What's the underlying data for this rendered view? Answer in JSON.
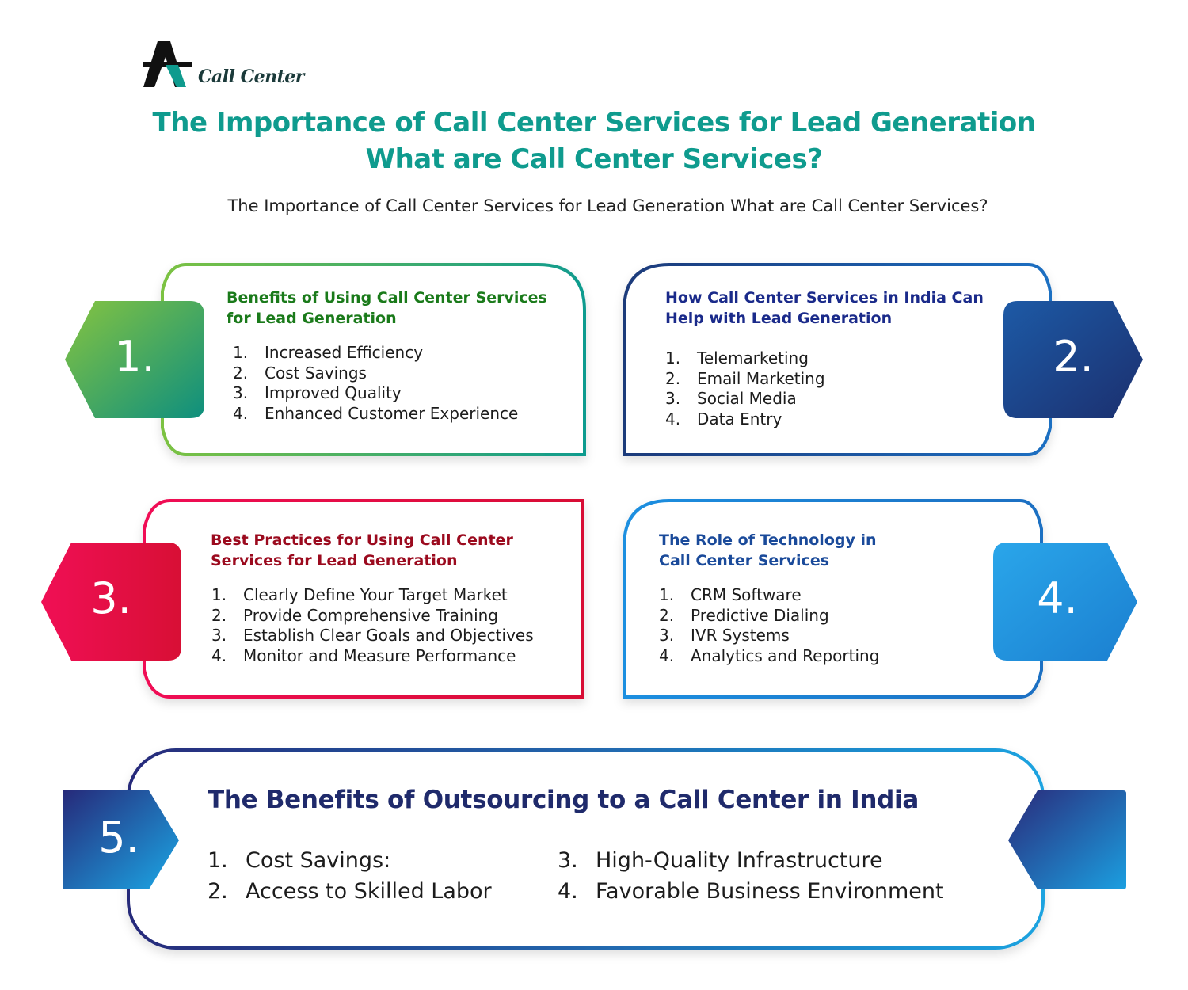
{
  "logo": {
    "text": "Call Center"
  },
  "title": {
    "line1": "The Importance of Call Center Services for Lead Generation",
    "line2": "What are Call Center Services?"
  },
  "subtitle": "The Importance of Call Center Services for Lead Generation What are Call Center Services?",
  "cards": [
    {
      "number": "1.",
      "title_line1": "Benefits of Using Call Center Services",
      "title_line2": "for Lead Generation",
      "title_color": "#1a7a1a",
      "items": [
        {
          "n": "1.",
          "text": "Increased Efficiency"
        },
        {
          "n": "2.",
          "text": "Cost Savings"
        },
        {
          "n": "3.",
          "text": "Improved Quality"
        },
        {
          "n": "4.",
          "text": "Enhanced Customer Experience"
        }
      ]
    },
    {
      "number": "2.",
      "title_line1": "How Call Center Services in India Can",
      "title_line2": "Help with Lead Generation",
      "title_color": "#1a2a8a",
      "items": [
        {
          "n": "1.",
          "text": "Telemarketing"
        },
        {
          "n": "2.",
          "text": "Email Marketing"
        },
        {
          "n": "3.",
          "text": "Social Media"
        },
        {
          "n": "4.",
          "text": "Data Entry"
        }
      ]
    },
    {
      "number": "3.",
      "title_line1": "Best Practices for Using Call Center",
      "title_line2": "Services for Lead Generation",
      "title_color": "#9b0a1e",
      "items": [
        {
          "n": "1.",
          "text": "Clearly Define Your Target Market"
        },
        {
          "n": "2.",
          "text": "Provide Comprehensive Training"
        },
        {
          "n": "3.",
          "text": "Establish Clear Goals and Objectives"
        },
        {
          "n": "4.",
          "text": "Monitor and Measure Performance"
        }
      ]
    },
    {
      "number": "4.",
      "title_line1": "The Role of Technology in",
      "title_line2": "Call Center Services",
      "title_color": "#1a4a9a",
      "items": [
        {
          "n": "1.",
          "text": "CRM Software"
        },
        {
          "n": "2.",
          "text": "Predictive Dialing"
        },
        {
          "n": "3.",
          "text": "IVR Systems"
        },
        {
          "n": "4.",
          "text": "Analytics and Reporting"
        }
      ]
    }
  ],
  "bottom": {
    "number": "5.",
    "title": "The Benefits of Outsourcing to a Call Center in India",
    "left_items": [
      {
        "n": "1.",
        "text": "Cost Savings:"
      },
      {
        "n": "2.",
        "text": "Access to Skilled Labor"
      }
    ],
    "right_items": [
      {
        "n": "3.",
        "text": "High-Quality Infrastructure"
      },
      {
        "n": "4.",
        "text": "Favorable Business Environment"
      }
    ]
  }
}
